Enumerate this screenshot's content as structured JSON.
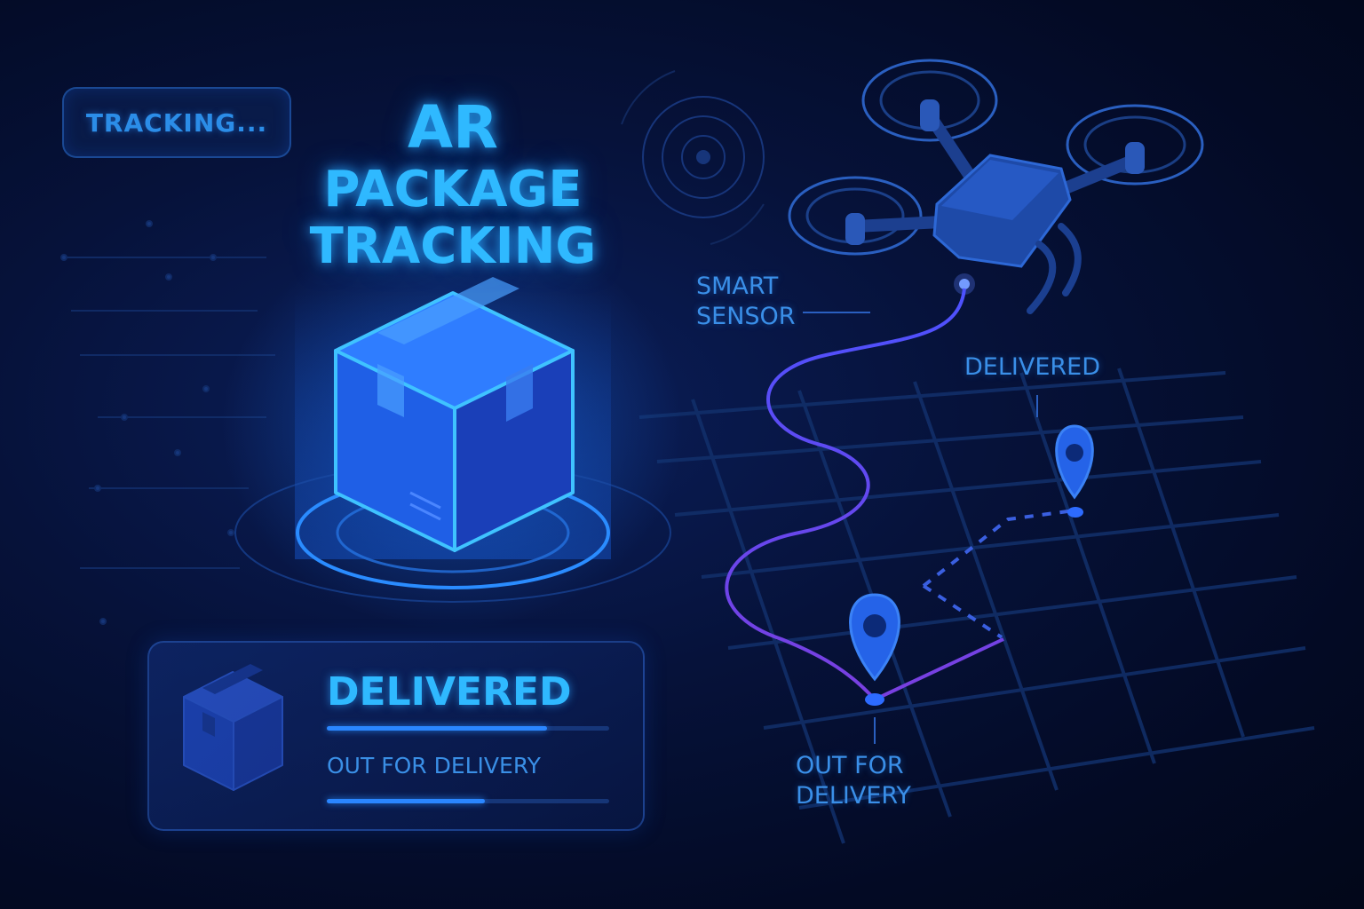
{
  "status_indicator": {
    "text": "TRACKING..."
  },
  "title": {
    "line1": "AR",
    "line2": "PACKAGE",
    "line3": "TRACKING"
  },
  "status_card": {
    "status": "DELIVERED",
    "substatus": "OUT FOR DELIVERY",
    "progress_delivered": 0.78,
    "progress_out_for_delivery": 0.56
  },
  "map": {
    "sensor_label_line1": "SMART",
    "sensor_label_line2": "SENSOR",
    "delivered_label": "DELIVERED",
    "out_label_line1": "OUT FOR",
    "out_label_line2": "DELIVERY"
  },
  "icons": [
    "package-icon",
    "drone-icon",
    "location-pin-icon",
    "radar-icon"
  ],
  "colors": {
    "accent": "#2fb9ff",
    "primary": "#2a6fe8",
    "route": "#6a46e8",
    "background": "#030a24"
  }
}
